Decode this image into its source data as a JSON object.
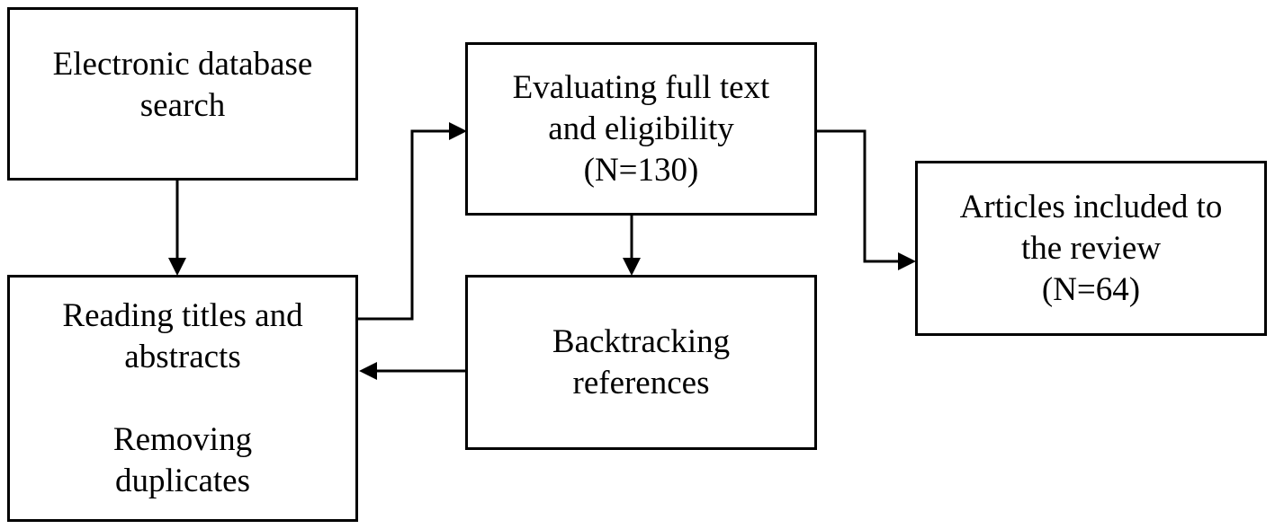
{
  "diagram": {
    "nodes": {
      "search": {
        "lines": [
          "Electronic database",
          "search"
        ]
      },
      "reading": {
        "lines_top": [
          "Reading titles and",
          "abstracts"
        ],
        "lines_bottom": [
          "Removing",
          "duplicates"
        ]
      },
      "evaluating": {
        "lines": [
          "Evaluating full text",
          "and eligibility",
          "(N=130)"
        ]
      },
      "backtracking": {
        "lines": [
          "Backtracking",
          "references"
        ]
      },
      "included": {
        "lines": [
          "Articles included to",
          "the review",
          "(N=64)"
        ]
      }
    },
    "edges": [
      {
        "from": "search",
        "to": "reading"
      },
      {
        "from": "reading",
        "to": "evaluating"
      },
      {
        "from": "evaluating",
        "to": "backtracking"
      },
      {
        "from": "backtracking",
        "to": "reading"
      },
      {
        "from": "evaluating",
        "to": "included"
      }
    ]
  }
}
